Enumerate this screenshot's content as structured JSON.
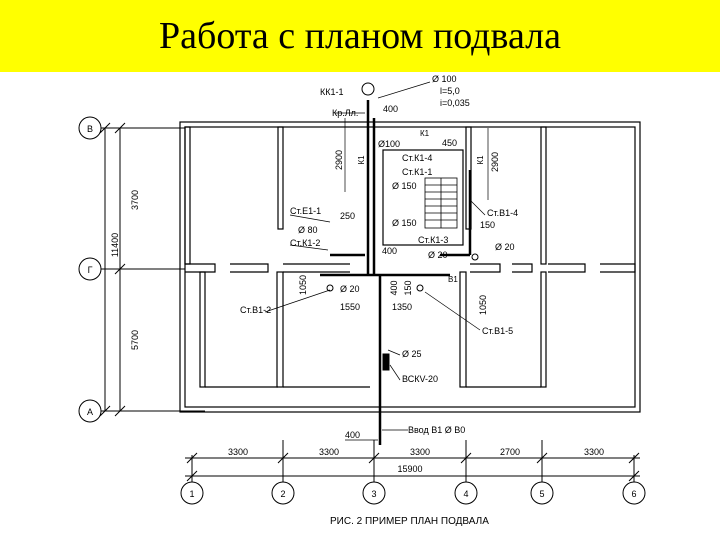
{
  "slide": {
    "title": "Работа с планом подвала",
    "title_bg_color": "#ffff00"
  },
  "plan": {
    "caption": "РИС. 2 ПРИМЕР ПЛАН ПОДВАЛА",
    "axes_rows": [
      "В",
      "Г",
      "А"
    ],
    "axes_cols": [
      "1",
      "2",
      "3",
      "4",
      "5",
      "6"
    ],
    "dims_bottom": [
      "3300",
      "3300",
      "3300",
      "2700",
      "3300"
    ],
    "dim_total": "15900",
    "dims_left": [
      "3700",
      "11400",
      "5700"
    ],
    "well": {
      "name": "КК1-1",
      "diameter": "Ø 100",
      "length": "l=5,0",
      "slope": "i=0,035"
    },
    "labels": {
      "kr_ln": "Кр.Лл.",
      "d400_top": "400",
      "d2900_left": "2900",
      "d2900_right": "2900",
      "k1_a": "К1",
      "k1_b": "К1",
      "d450": "450",
      "d100_a": "Ø100",
      "stk1_4": "Ст.К1-4",
      "stk1_1": "Ст.К1-1",
      "d150_a": "Ø 150",
      "ste1_1": "Ст.Е1-1",
      "d250": "250",
      "d150_b": "Ø 150",
      "d80": "Ø 80",
      "stv1_4": "Ст.В1-4",
      "d150_c": "150",
      "stk1_2": "Ст.К1-2",
      "d20_a": "Ø 20",
      "d400_mid": "400",
      "stk1_3": "Ст.К1-3",
      "d20_b": "Ø 20",
      "v1": "В1",
      "d1050_left": "1050",
      "d20_c": "Ø 20",
      "stv1_2": "Ст.В1-2",
      "d1550": "1550",
      "d1350": "1350",
      "d400_v": "400",
      "d150_v": "150",
      "d1050_right": "1050",
      "stv1_5": "Ст.В1-5",
      "d25": "Ø 25",
      "vskv": "ВСКV-20",
      "vvod": "Ввод В1 Ø В0",
      "d400_bottom": "400"
    }
  }
}
